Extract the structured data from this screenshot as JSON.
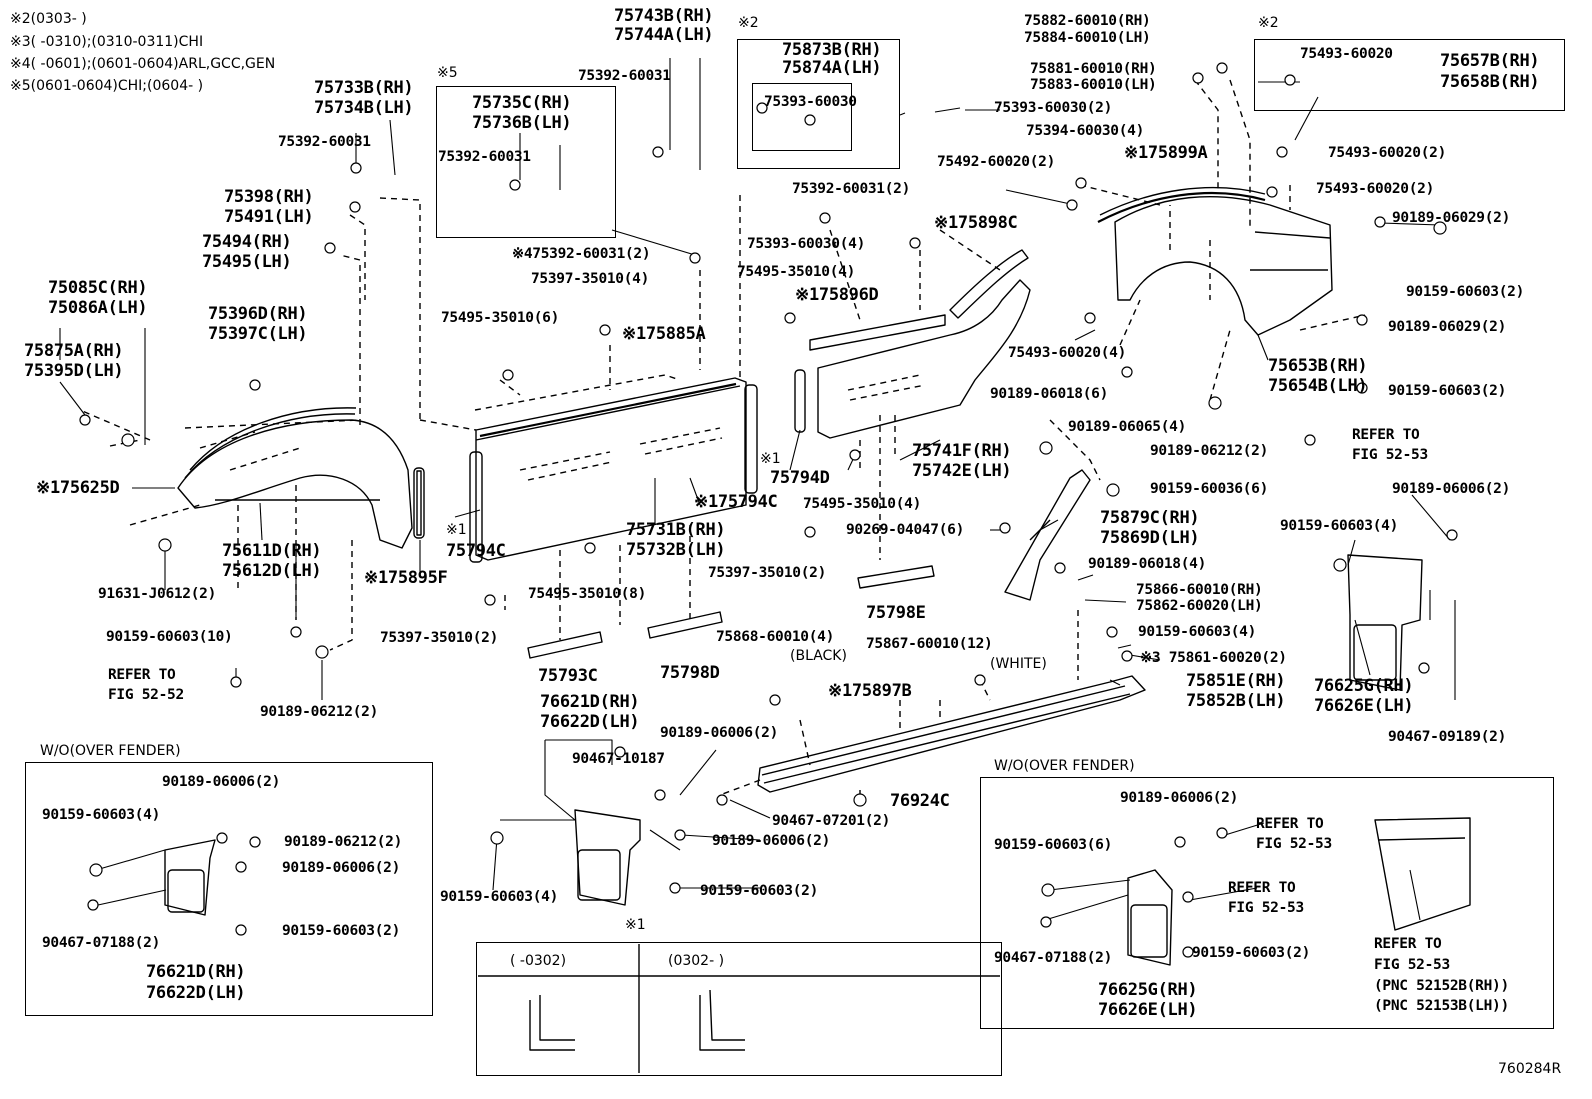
{
  "legend": {
    "notes": [
      "※2(0303-        )",
      "※3(      -0310);(0310-0311)CHI",
      "※4(      -0601);(0601-0604)ARL,GCC,GEN",
      "※5(0601-0604)CHI;(0604-       )"
    ]
  },
  "frames": {
    "box_5_mark": "※5",
    "box_2a_mark": "※2",
    "box_2b_mark": "※2",
    "box_1_mark": "※1",
    "box_1_col_left": "(      -0302)",
    "box_1_col_right": "(0302-      )",
    "wo_left": "W/O(OVER FENDER)",
    "wo_right": "W/O(OVER FENDER)"
  },
  "labels": {
    "p75743B": "75743B(RH)",
    "p75744A": "75744A(LH)",
    "p75392_60031_top": "75392-60031",
    "p75873B": "75873B(RH)",
    "p75874A": "75874A(LH)",
    "p75393_60030_box": "75393-60030",
    "p75882": "75882-60010(RH)",
    "p75884": "75884-60010(LH)",
    "p75881": "75881-60010(RH)",
    "p75883": "75883-60010(LH)",
    "p75393_60030_2": "75393-60030(2)",
    "p75394": "75394-60030(4)",
    "p75492": "75492-60020(2)",
    "p175899A": "※175899A",
    "p75493_box": "75493-60020",
    "p75657B": "75657B(RH)",
    "p75658B": "75658B(RH)",
    "p75493_2a": "75493-60020(2)",
    "p75493_2b": "75493-60020(2)",
    "p90189_06029_a": "90189-06029(2)",
    "p90159_60603_2a": "90159-60603(2)",
    "p90189_06029_b": "90189-06029(2)",
    "p75653B": "75653B(RH)",
    "p75654B": "75654B(LH)",
    "p90159_60603_2b": "90159-60603(2)",
    "p_refer_5253_a1": "REFER TO",
    "p_refer_5253_a2": "FIG 52-53",
    "p75733B": "75733B(RH)",
    "p75734B": "75734B(LH)",
    "p75392_60031_left": "75392-60031",
    "p75398": "75398(RH)",
    "p75491": "75491(LH)",
    "p75494": "75494(RH)",
    "p75495": "75495(LH)",
    "p75735C": "75735C(RH)",
    "p75736B": "75736B(LH)",
    "p75392_60031_box5": "75392-60031",
    "p475392": "※475392-60031(2)",
    "p75397_4": "75397-35010(4)",
    "p75495_6": "75495-35010(6)",
    "p175885A": "※175885A",
    "p75392_60031_2": "75392-60031(2)",
    "p175898C": "※175898C",
    "p75393_60030_4": "75393-60030(4)",
    "p75495_35010_4a": "75495-35010(4)",
    "p175896D": "※175896D",
    "p75493_4": "75493-60020(4)",
    "p90189_06018_6": "90189-06018(6)",
    "p90189_06065_4": "90189-06065(4)",
    "p90189_06212_2r": "90189-06212(2)",
    "p75085C": "75085C(RH)",
    "p75086A": "75086A(LH)",
    "p75875A": "75875A(RH)",
    "p75395D": "75395D(LH)",
    "p75396D": "75396D(RH)",
    "p75397C": "75397C(LH)",
    "p175625D": "※175625D",
    "p91631": "91631-J0612(2)",
    "p75611D": "75611D(RH)",
    "p75612D": "75612D(LH)",
    "p175895F": "※175895F",
    "p1_75794C": "※1",
    "p75794C_a": "75794C",
    "p1_75794D": "※1",
    "p75794D": "75794D",
    "p75495_35010_4b": "75495-35010(4)",
    "p75741F": "75741F(RH)",
    "p75742E": "75742E(LH)",
    "p175794C": "※175794C",
    "p75731B": "75731B(RH)",
    "p75732B": "75732B(LH)",
    "p90269": "90269-04047(6)",
    "p75879C": "75879C(RH)",
    "p75869D": "75869D(LH)",
    "p90159_60036": "90159-60036(6)",
    "p90189_06006_r": "90189-06006(2)",
    "p90159_60603_4r": "90159-60603(4)",
    "p75397_2a": "75397-35010(2)",
    "p90189_06018_4": "90189-06018(4)",
    "p75866": "75866-60010(RH)",
    "p75862": "75862-60020(LH)",
    "p75798E": "75798E",
    "p75495_8": "75495-35010(8)",
    "p90159_60603_10": "90159-60603(10)",
    "p75397_2b": "75397-35010(2)",
    "p75868": "75868-60010(4)",
    "p_black": "(BLACK)",
    "p75867": "75867-60010(12)",
    "p_white": "(WHITE)",
    "p90159_60603_4c": "90159-60603(4)",
    "p3_75861": "※3 75861-60020(2)",
    "p75793C": "75793C",
    "p75798D": "75798D",
    "p_refer_5252_1": "REFER TO",
    "p_refer_5252_2": "FIG 52-52",
    "p90189_06212_2l": "90189-06212(2)",
    "p175897B": "※175897B",
    "p75851E": "75851E(RH)",
    "p75852B": "75852B(LH)",
    "p76625G_r": "76625G(RH)",
    "p76626E_r": "76626E(LH)",
    "p76621D_m": "76621D(RH)",
    "p76622D_m": "76622D(LH)",
    "p90189_06006_m": "90189-06006(2)",
    "p90467_10187": "90467-10187",
    "p90467_09189": "90467-09189(2)",
    "p76924C": "76924C",
    "p90467_07201": "90467-07201(2)",
    "p90189_06006_m2": "90189-06006(2)",
    "p90159_60603_m4": "90159-60603(4)",
    "p90159_60603_m2": "90159-60603(2)",
    "bl_90189_06006": "90189-06006(2)",
    "bl_90159_60603_4": "90159-60603(4)",
    "bl_90189_06212": "90189-06212(2)",
    "bl_90189_06006b": "90189-06006(2)",
    "bl_90159_60603_2": "90159-60603(2)",
    "bl_90467_07188": "90467-07188(2)",
    "bl_76621D": "76621D(RH)",
    "bl_76622D": "76622D(LH)",
    "br_90189_06006": "90189-06006(2)",
    "br_refer1_1": "REFER TO",
    "br_refer1_2": "FIG 52-53",
    "br_90159_60603_6": "90159-60603(6)",
    "br_refer2_1": "REFER TO",
    "br_refer2_2": "FIG 52-53",
    "br_90467_07188": "90467-07188(2)",
    "br_90159_60603_2": "90159-60603(2)",
    "br_refer3_1": "REFER TO",
    "br_refer3_2": "FIG 52-53",
    "br_pnc1": "(PNC 52152B(RH))",
    "br_pnc2": "(PNC 52153B(LH))",
    "br_76625G": "76625G(RH)",
    "br_76626E": "76626E(LH)",
    "figure_id": "760284R"
  }
}
